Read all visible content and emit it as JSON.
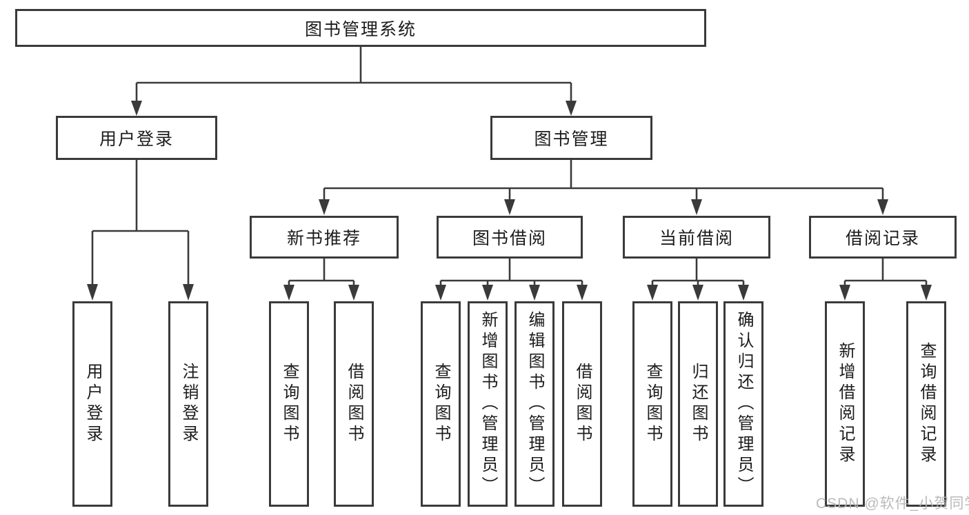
{
  "tree": {
    "root": "图书管理系统",
    "branches": [
      {
        "label": "用户登录",
        "children": [
          "用户登录",
          "注销登录"
        ]
      },
      {
        "label": "图书管理",
        "children": [
          {
            "label": "新书推荐",
            "children": [
              "查询图书",
              "借阅图书"
            ]
          },
          {
            "label": "图书借阅",
            "children": [
              "查询图书",
              "新增图书（管理员）",
              "编辑图书（管理员）",
              "借阅图书"
            ]
          },
          {
            "label": "当前借阅",
            "children": [
              "查询图书",
              "归还图书",
              "确认归还（管理员）"
            ]
          },
          {
            "label": "借阅记录",
            "children": [
              "新增借阅记录",
              "查询借阅记录"
            ]
          }
        ]
      }
    ]
  },
  "watermark": {
    "text": "CSDN @软件_小贺同学"
  },
  "colors": {
    "border": "#3a3a3a",
    "line": "#3a3a3a",
    "text": "#1c1c1c",
    "watermark": "#b5b5b5",
    "background": "#ffffff"
  }
}
